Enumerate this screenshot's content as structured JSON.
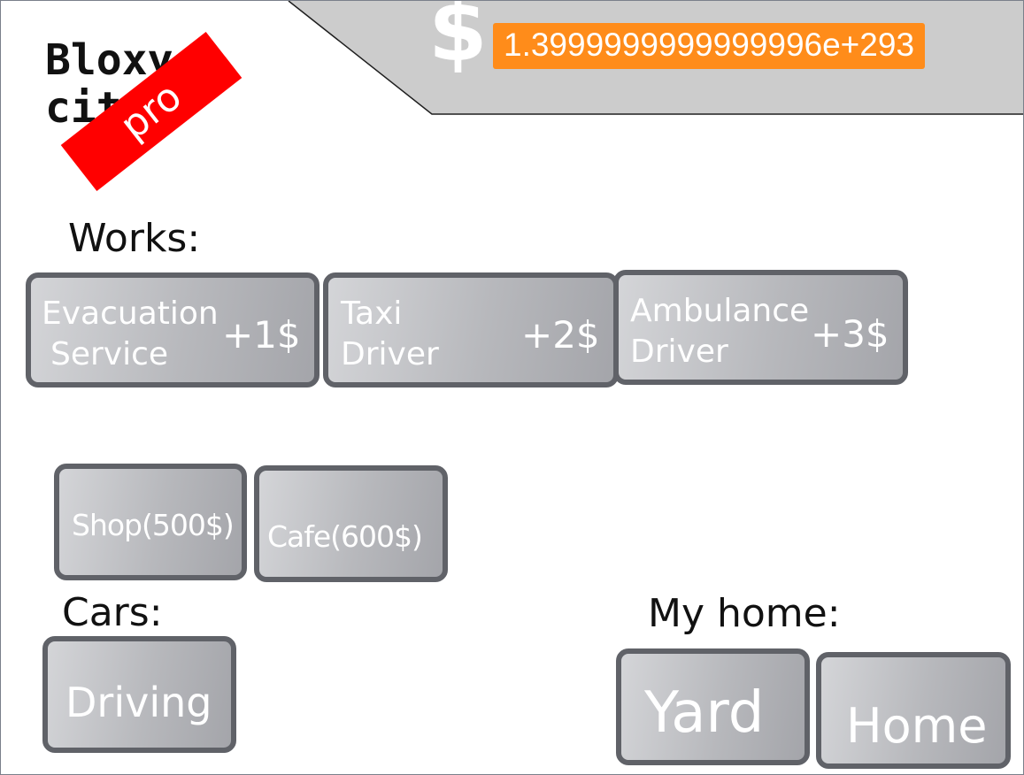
{
  "header": {
    "currency_symbol": "$",
    "money": "1.3999999999999996e+293"
  },
  "logo": {
    "title": "Bloxy\ncity",
    "badge": "pro"
  },
  "works": {
    "label": "Works:",
    "jobs": [
      {
        "name_line1": "Evacuation",
        "name_line2": "Service",
        "reward": "+1$"
      },
      {
        "name_line1": "Taxi",
        "name_line2": "Driver",
        "reward": "+2$"
      },
      {
        "name_line1": "Ambulance",
        "name_line2": "Driver",
        "reward": "+3$"
      }
    ]
  },
  "businesses": [
    {
      "label": "Shop(500$)"
    },
    {
      "label": "Cafe(600$)"
    }
  ],
  "cars": {
    "label": "Cars:",
    "driving_label": "Driving"
  },
  "home": {
    "label": "My home:",
    "yard_label": "Yard",
    "home_label": "Home"
  },
  "colors": {
    "banner": "#cccccc",
    "money_badge": "#ff8c1a",
    "pro_ribbon": "#ff0000",
    "button_border": "#606268"
  }
}
